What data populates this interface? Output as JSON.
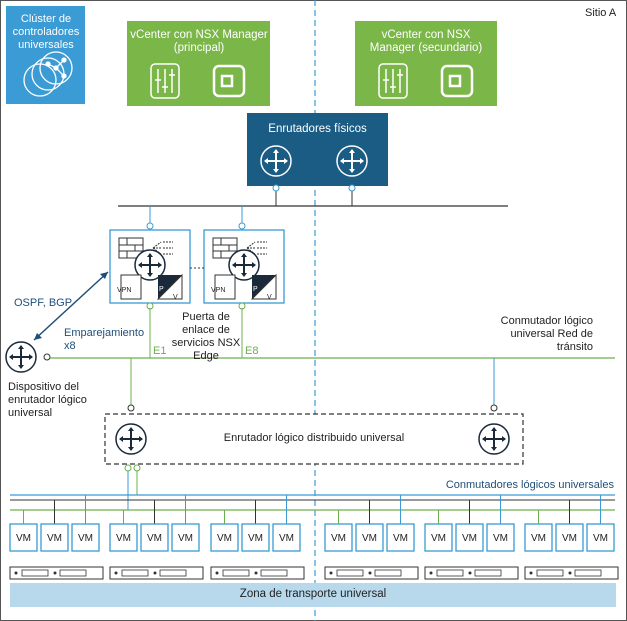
{
  "site_label": "Sitio A",
  "cluster": {
    "title": "Clúster de controladores universales",
    "color": "#3a9bd5"
  },
  "vcenter_primary": {
    "title": "vCenter con NSX Manager (principal)",
    "color": "#7ab648"
  },
  "vcenter_secondary": {
    "title": "vCenter con NSX Manager (secundario)",
    "color": "#7ab648"
  },
  "physical_routers": {
    "title": "Enrutadores físicos",
    "color": "#1b5c84"
  },
  "edge": {
    "label": "Puerta de enlace de servicios NSX Edge",
    "vpn_label": "VPN",
    "p_label": "P",
    "v_label": "V"
  },
  "routing": {
    "protocols": "OSPF, BGP",
    "peering": "Emparejamiento x8"
  },
  "dlr_device": {
    "label": "Dispositivo del enrutador lógico universal"
  },
  "transit_switch": {
    "label": "Conmutador lógico universal Red de tránsito"
  },
  "uplinks": {
    "e1": "E1",
    "e8": "E8"
  },
  "udlr": {
    "label": "Enrutador lógico distribuido universal"
  },
  "logical_switches": {
    "label": "Conmutadores lógicos universales"
  },
  "vm_label": "VM",
  "transport_zone": {
    "label": "Zona de transporte universal",
    "color": "#b8d9ec"
  }
}
